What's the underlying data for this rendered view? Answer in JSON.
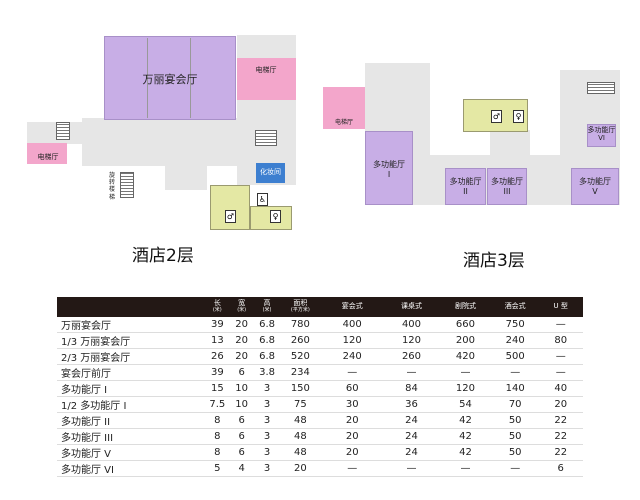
{
  "floor2": {
    "caption": "酒店2层",
    "ballroom": "万丽宴会厅",
    "elevator_hall_right": "电梯厅",
    "elevator_hall_left": "电梯厅",
    "spiral_stairs": "旋转楼梯",
    "makeup_room": "化妆间"
  },
  "floor3": {
    "caption": "酒店3层",
    "elevator_hall": "电梯厅",
    "hall_1": {
      "name": "多功能厅",
      "num": "I"
    },
    "hall_2": {
      "name": "多功能厅",
      "num": "II"
    },
    "hall_3": {
      "name": "多功能厅",
      "num": "III"
    },
    "hall_5": {
      "name": "多功能厅",
      "num": "V"
    },
    "hall_6": {
      "name": "多功能厅",
      "num": "VI"
    }
  },
  "colors": {
    "banquet": "#c8aee6",
    "elevator": "#f3a6cb",
    "restroom": "#e4e8a4",
    "makeup": "#3d7fd0",
    "header": "#231815"
  },
  "table": {
    "headers": [
      {
        "label": "",
        "unit": ""
      },
      {
        "label": "长",
        "unit": "(米)"
      },
      {
        "label": "宽",
        "unit": "(米)"
      },
      {
        "label": "高",
        "unit": "(米)"
      },
      {
        "label": "面积",
        "unit": "(平方米)"
      },
      {
        "label": "宴会式",
        "unit": ""
      },
      {
        "label": "课桌式",
        "unit": ""
      },
      {
        "label": "剧院式",
        "unit": ""
      },
      {
        "label": "酒会式",
        "unit": ""
      },
      {
        "label": "U 型",
        "unit": ""
      }
    ],
    "rows": [
      [
        "万丽宴会厅",
        "39",
        "20",
        "6.8",
        "780",
        "400",
        "400",
        "660",
        "750",
        "—"
      ],
      [
        "1/3 万丽宴会厅",
        "13",
        "20",
        "6.8",
        "260",
        "120",
        "120",
        "200",
        "240",
        "80"
      ],
      [
        "2/3 万丽宴会厅",
        "26",
        "20",
        "6.8",
        "520",
        "240",
        "260",
        "420",
        "500",
        "—"
      ],
      [
        "宴会厅前厅",
        "39",
        "6",
        "3.8",
        "234",
        "—",
        "—",
        "—",
        "—",
        "—"
      ],
      [
        "多功能厅 I",
        "15",
        "10",
        "3",
        "150",
        "60",
        "84",
        "120",
        "140",
        "40"
      ],
      [
        "1/2 多功能厅 I",
        "7.5",
        "10",
        "3",
        "75",
        "30",
        "36",
        "54",
        "70",
        "20"
      ],
      [
        "多功能厅 II",
        "8",
        "6",
        "3",
        "48",
        "20",
        "24",
        "42",
        "50",
        "22"
      ],
      [
        "多功能厅 III",
        "8",
        "6",
        "3",
        "48",
        "20",
        "24",
        "42",
        "50",
        "22"
      ],
      [
        "多功能厅 V",
        "8",
        "6",
        "3",
        "48",
        "20",
        "24",
        "42",
        "50",
        "22"
      ],
      [
        "多功能厅 VI",
        "5",
        "4",
        "3",
        "20",
        "—",
        "—",
        "—",
        "—",
        "6"
      ]
    ]
  }
}
